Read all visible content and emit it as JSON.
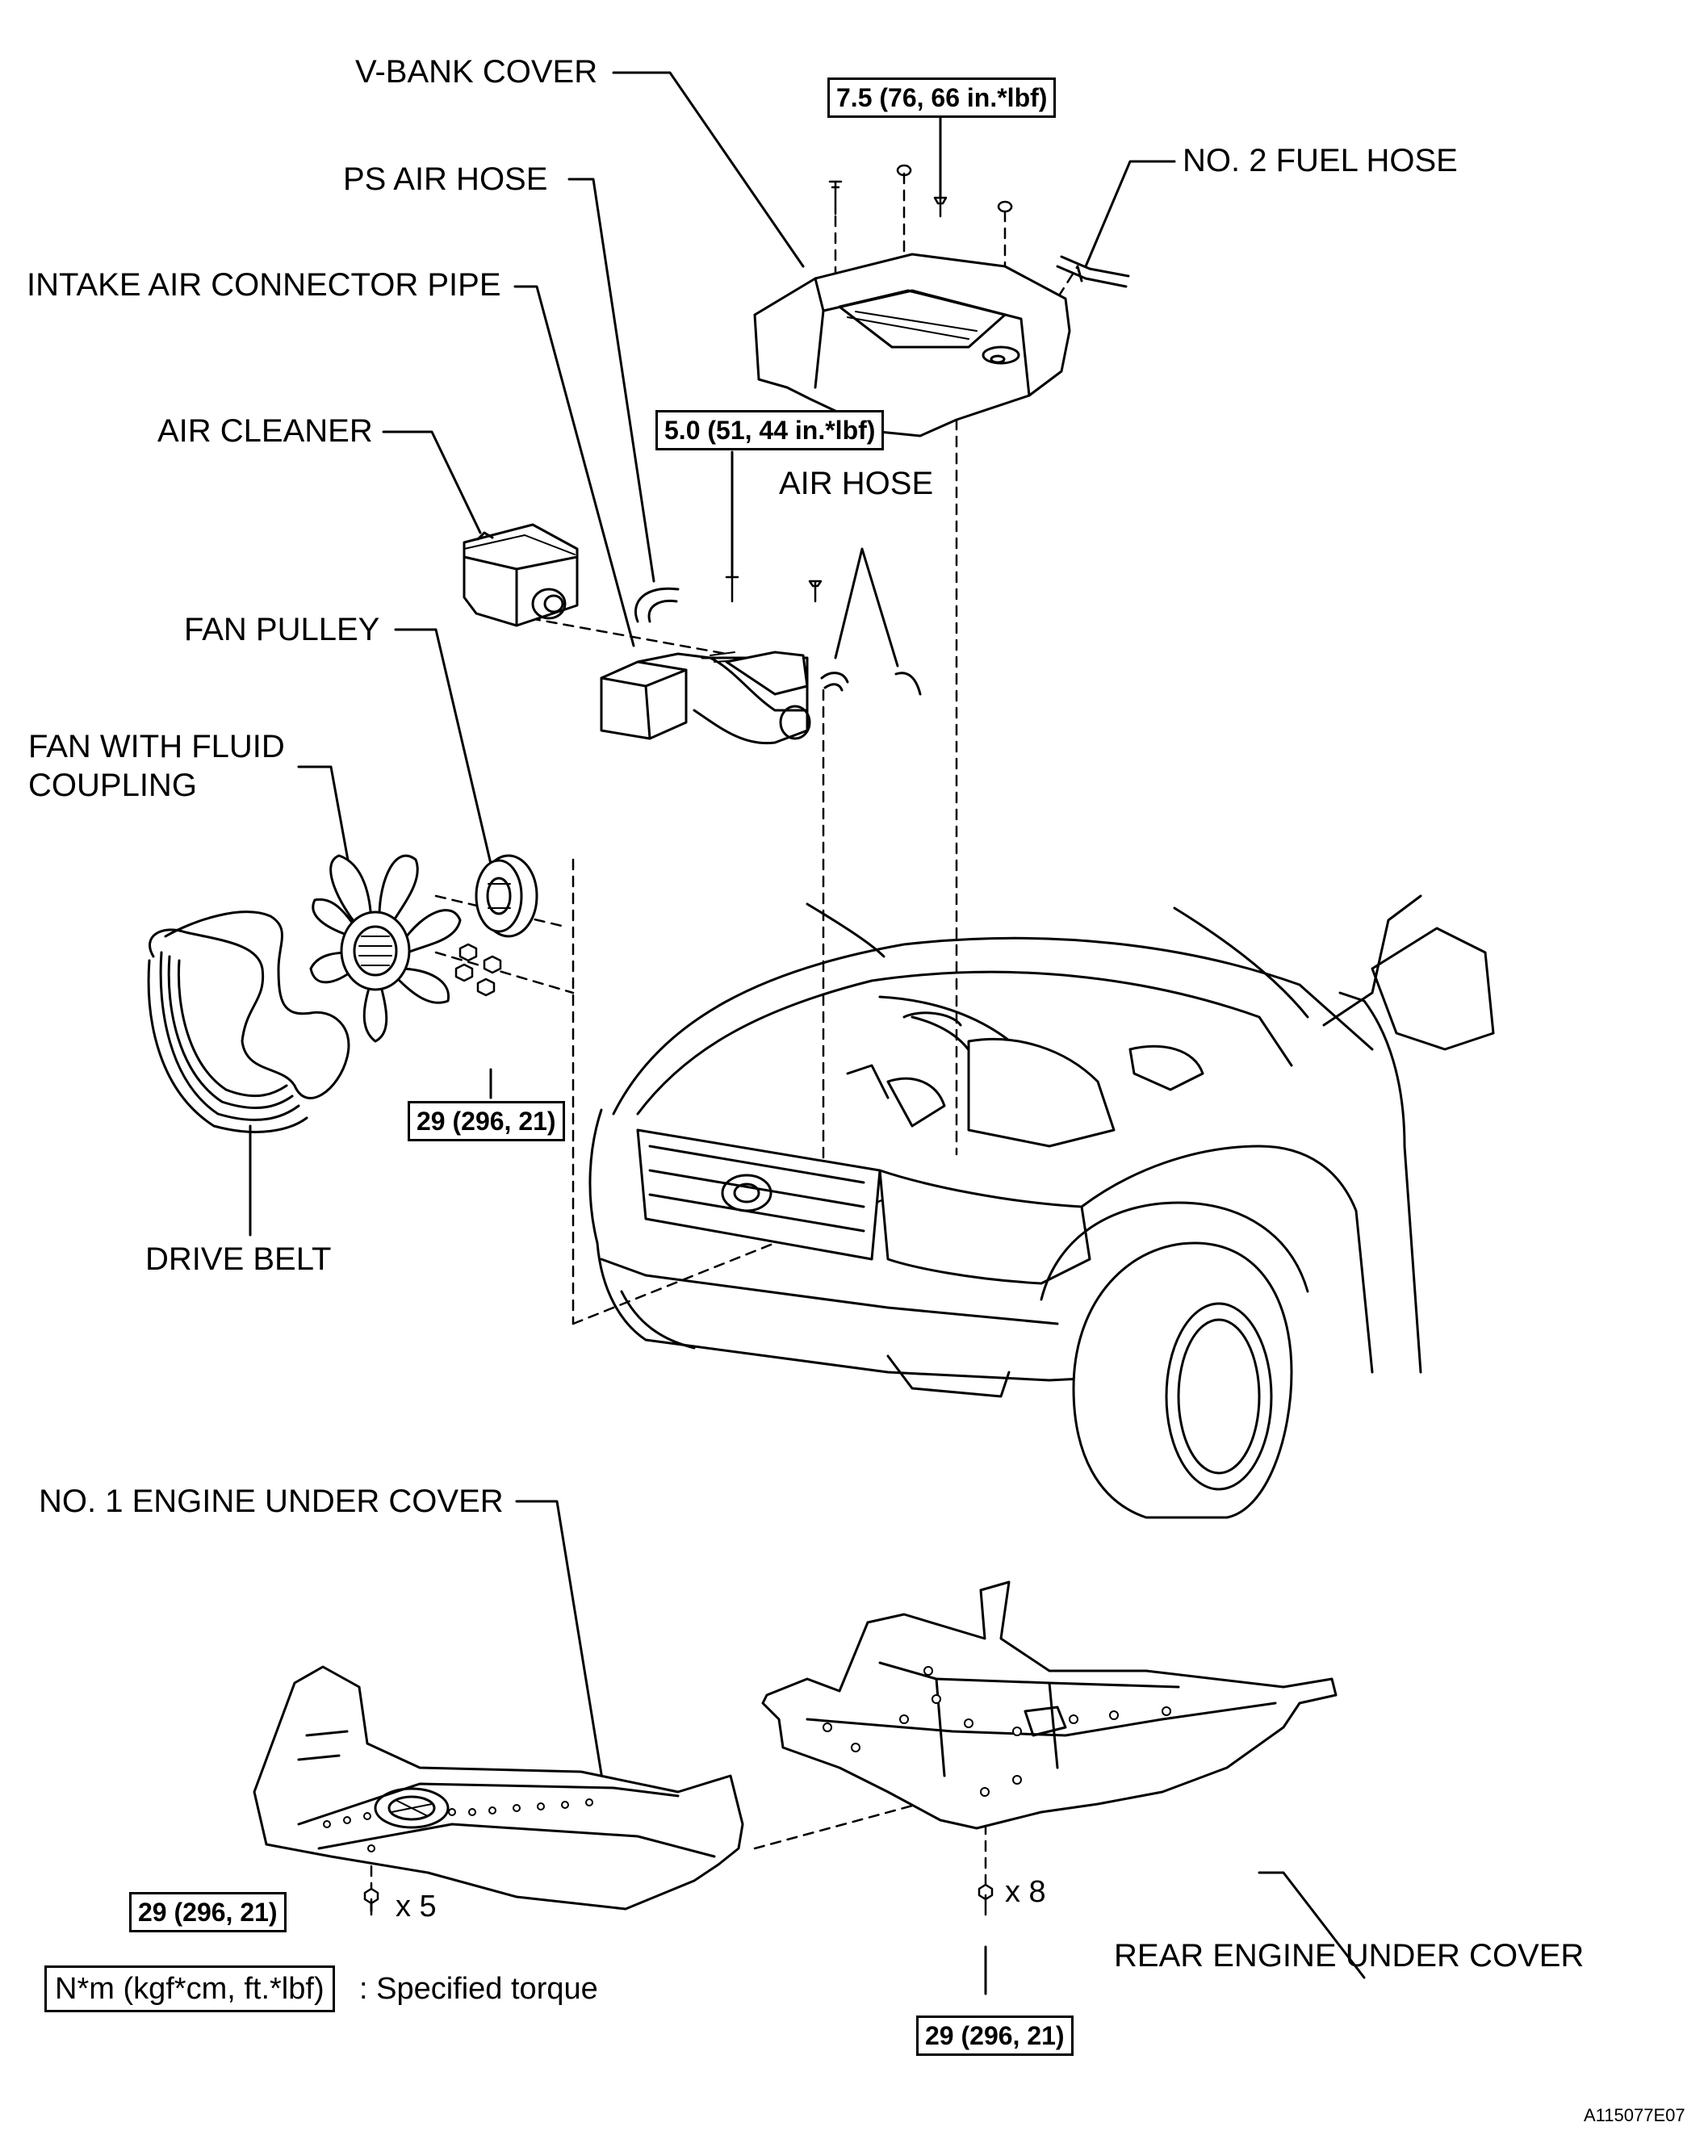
{
  "labels": {
    "v_bank_cover": "V-BANK COVER",
    "no2_fuel_hose": "NO. 2 FUEL HOSE",
    "ps_air_hose": "PS AIR HOSE",
    "intake_air_connector_pipe": "INTAKE AIR CONNECTOR PIPE",
    "air_cleaner": "AIR CLEANER",
    "air_hose": "AIR HOSE",
    "fan_pulley": "FAN PULLEY",
    "fan_with_fluid_coupling_1": "FAN WITH FLUID",
    "fan_with_fluid_coupling_2": "COUPLING",
    "drive_belt": "DRIVE BELT",
    "no1_engine_under_cover": "NO. 1 ENGINE UNDER COVER",
    "rear_engine_under_cover": "REAR ENGINE UNDER COVER"
  },
  "torques": {
    "v_bank_bolt": "7.5 (76, 66 in.*lbf)",
    "air_hose_screw": "5.0 (51, 44 in.*lbf)",
    "fan_nut": "29 (296, 21)",
    "no1_cover_bolt": "29 (296, 21)",
    "rear_cover_bolt": "29 (296, 21)"
  },
  "quantities": {
    "no1_cover_bolts": "x 5",
    "rear_cover_bolts": "x 8"
  },
  "legend": {
    "unit": "N*m (kgf*cm, ft.*lbf)",
    "description": ": Specified torque"
  },
  "figure_id": "A115077E07"
}
